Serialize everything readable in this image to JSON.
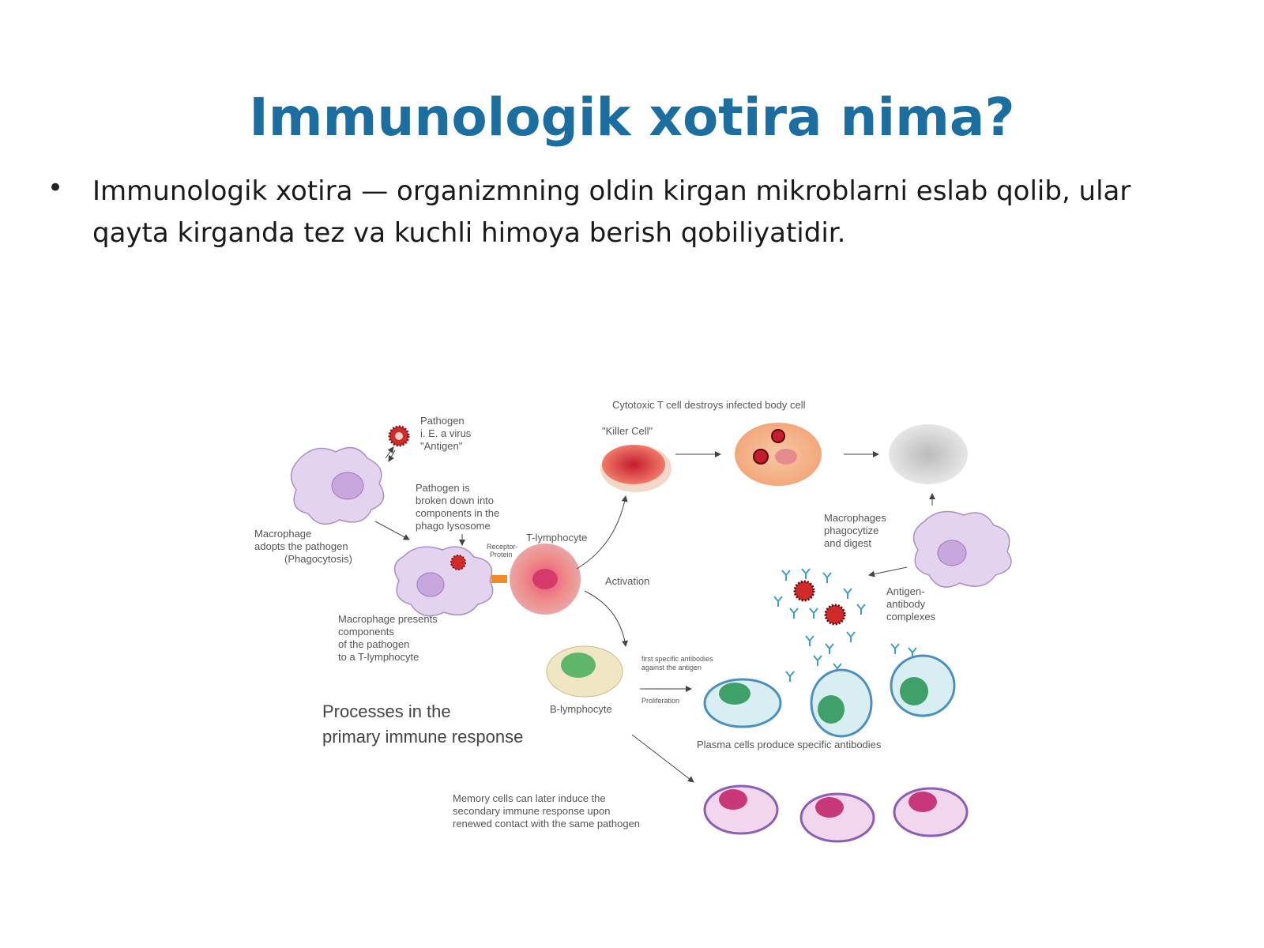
{
  "slide": {
    "title": "Immunologik xotira nima?",
    "bullet": "Immunologik xotira — organizmning oldin kirgan mikroblarni eslab qolib, ular qayta kirganda tez va kuchli himoya berish qobiliyatidir."
  },
  "diagram": {
    "caption_line1": "Processes in the",
    "caption_line2": "primary immune response",
    "pathogen": [
      "Pathogen",
      "i. E. a virus",
      "\"Antigen\""
    ],
    "macrophage_adopts": [
      "Macrophage",
      "adopts the pathogen",
      "(Phagocytosis)"
    ],
    "pathogen_broken": [
      "Pathogen is",
      "broken down into",
      "components in the",
      "phago lysosome"
    ],
    "receptor": [
      "Receptor-",
      "Protein"
    ],
    "t_lymphocyte": "T-lymphocyte",
    "macrophage_presents": [
      "Macrophage presents",
      "components",
      "of the pathogen",
      "to a T-lymphocyte"
    ],
    "cytotoxic": "Cytotoxic T cell destroys infected body cell",
    "killer_cell": "\"Killer Cell\"",
    "activation": "Activation",
    "macrophages_phago": [
      "Macrophages",
      "phagocytize",
      "and digest"
    ],
    "antigen_antibody": [
      "Antigen-",
      "antibody",
      "complexes"
    ],
    "first_antibodies": [
      "first specific antibodies",
      "against the antigen"
    ],
    "b_lymphocyte": "B-lymphocyte",
    "proliferation": "Proliferation",
    "plasma_cells": "Plasma cells produce specific antibodies",
    "memory_cells": [
      "Memory cells can later induce the",
      "secondary immune response upon",
      "renewed contact with the same pathogen"
    ]
  }
}
